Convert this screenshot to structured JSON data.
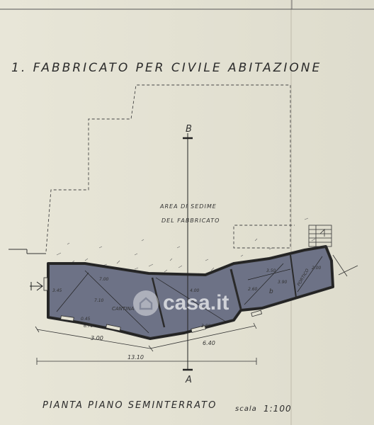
{
  "sheet": {
    "title": "1.   FABBRICATO   PER   CIVILE   ABITAZIONE",
    "subtitle": "PIANTA  PIANO  SEMINTERRATO",
    "scale_label": "scala",
    "scale_value": "1:100"
  },
  "plan": {
    "section_top": "B",
    "section_bottom": "A",
    "area_label_1": "AREA  DI  SEDIME",
    "area_label_2": "DEL  FABBRICATO",
    "room_cantina": "CANTINA",
    "room_b": "b",
    "room_portico": "PORTICO"
  },
  "dimensions": {
    "total": "13.10",
    "left_segment": "3.00",
    "right_segment": "6.40",
    "inner_a": "6.70",
    "inner_b": "3.80",
    "inner_c": "7.00",
    "inner_d": "4.00",
    "small_a": "3.45",
    "small_b": "0.45",
    "diag": "7.10",
    "right_a": "3.50",
    "right_b": "3.90",
    "right_c": "2.60",
    "right_d": "2.00"
  },
  "watermark": {
    "text": "casa.it"
  },
  "colors": {
    "paper": "#e4e2d3",
    "fill": "#6d7286",
    "ink": "#2a2a2a"
  }
}
